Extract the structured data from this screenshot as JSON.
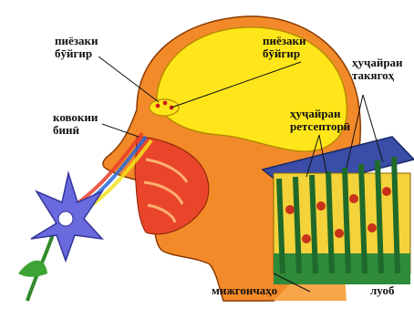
{
  "labels": {
    "olfactory_bulb_left": [
      "пиёзаки",
      "бӯйгир"
    ],
    "olfactory_bulb_right": [
      "пиёзаки",
      "бӯйгир"
    ],
    "nasal_cavity": [
      "ковокии",
      "бинӣ"
    ],
    "supporting_cells": [
      "ҳуҷайраи",
      "такягоҳ"
    ],
    "receptor_cells": [
      "ҳуҷайраи",
      "ретсепторӣ"
    ],
    "cilia": "мижгончаҳо",
    "mucus": "луоб"
  }
}
